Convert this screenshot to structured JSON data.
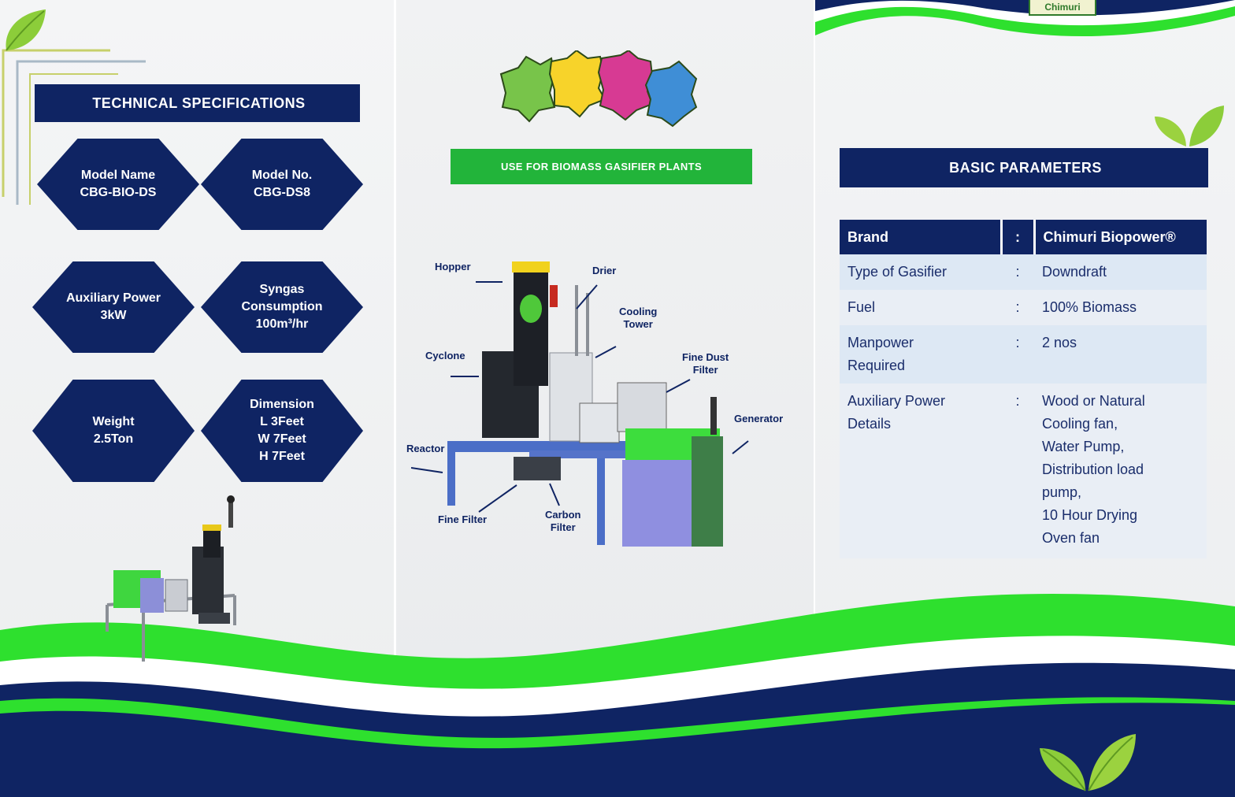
{
  "brand": {
    "badge_text": "Chimuri"
  },
  "left_panel": {
    "header": "TECHNICAL SPECIFICATIONS",
    "specs": [
      {
        "lines": [
          "Model Name",
          "CBG-BIO-DS"
        ]
      },
      {
        "lines": [
          "Model No.",
          "CBG-DS8"
        ]
      },
      {
        "lines": [
          "Auxiliary Power",
          "3kW"
        ]
      },
      {
        "lines": [
          "Syngas",
          "Consumption",
          "100m³/hr"
        ]
      },
      {
        "lines": [
          "Weight",
          "2.5Ton"
        ]
      },
      {
        "lines": [
          "Dimension",
          "L 3Feet",
          "W 7Feet",
          "H 7Feet"
        ]
      }
    ]
  },
  "center_panel": {
    "title": "USE FOR BIOMASS GASIFIER PLANTS",
    "labels": {
      "hopper": "Hopper",
      "drier": "Drier",
      "cooling_tower": [
        "Cooling",
        "Tower"
      ],
      "cyclone": "Cyclone",
      "fine_dust_filter": [
        "Fine Dust",
        "Filter"
      ],
      "generator": "Generator",
      "reactor": "Reactor",
      "fine_filter": "Fine Filter",
      "carbon_filter": [
        "Carbon",
        "Filter"
      ]
    }
  },
  "right_panel": {
    "header": "BASIC PARAMETERS",
    "table": {
      "headers": [
        "Brand",
        ":",
        "Chimuri Biopower®"
      ],
      "rows": [
        {
          "label": "Type of Gasifier",
          "sep": ":",
          "value": [
            "Downdraft"
          ]
        },
        {
          "label": "Fuel",
          "sep": ":",
          "value": [
            "100% Biomass"
          ]
        },
        {
          "label": [
            "Manpower",
            "Required"
          ],
          "sep": ":",
          "value": [
            "2 nos"
          ]
        },
        {
          "label": [
            "Auxiliary Power",
            "Details"
          ],
          "sep": ":",
          "value": [
            "Wood or Natural",
            "Cooling fan,",
            "Water Pump,",
            "Distribution load",
            "pump,",
            "10 Hour Drying",
            "Oven fan"
          ]
        }
      ]
    }
  },
  "colors": {
    "navy": "#0f2463",
    "green": "#22b43a",
    "lime": "#2ee02e",
    "leaf": "#8ccd3a"
  }
}
